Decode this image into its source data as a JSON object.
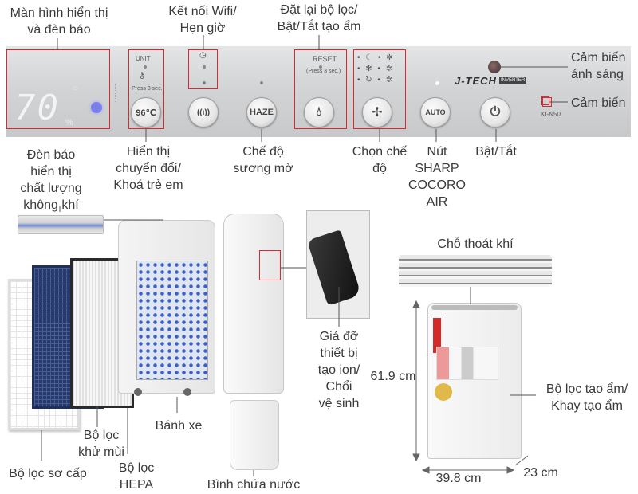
{
  "panel": {
    "display_digits": "70",
    "percent": "%",
    "unit_label": "UNIT",
    "press3_a": "Press 3 sec.",
    "reset_label": "RESET",
    "press3_b": "(Press 3 sec.)",
    "brand": "J-TECH",
    "brand_sub": "INVERTER",
    "model": "KI-N50",
    "buttons": {
      "temp": "96℃",
      "wifi": "((ı))",
      "haze": "HAZE",
      "auto": "AUTO"
    }
  },
  "labels": {
    "display": "Màn hình hiển thị\nvà đèn báo",
    "wifi": "Kết nối Wifi/\nHẹn giờ",
    "reset": "Đặt lại bộ lọc/\nBật/Tắt tạo ẩm",
    "light_sensor": "Cảm biến\nánh sáng",
    "sensor": "Cảm biến",
    "display_switch": "Hiển thị\nchuyển đổi/\nKhoá trẻ em",
    "haze_mode": "Chế độ\nsương mờ",
    "fan_mode": "Chọn chế\nđộ",
    "cocoro": "Nút\nSHARP\nCOCORO\nAIR",
    "power": "Bật/Tắt",
    "air_quality": "Đèn báo\nhiển thị\nchất lượng\nkhông khí",
    "ion_holder": "Giá đỡ\nthiết bị\ntạo ion/\nChổi\nvệ sinh",
    "air_outlet": "Chỗ thoát khí",
    "height": "61.9 cm",
    "humid_filter": "Bộ lọc tạo ẩm/\nKhay tạo ẩm",
    "width": "39.8 cm",
    "depth": "23 cm",
    "wheel": "Bánh xe",
    "deodor": "Bộ lọc\nkhử mùi",
    "hepa": "Bộ lọc\nHEPA",
    "prefilter": "Bộ lọc sơ cấp",
    "water_tank": "Bình chứa nước"
  },
  "colors": {
    "accent": "#d9282f",
    "panel": "#d3d4d6",
    "text": "#3a3a3a",
    "display_blue": "#7a7fe8"
  }
}
